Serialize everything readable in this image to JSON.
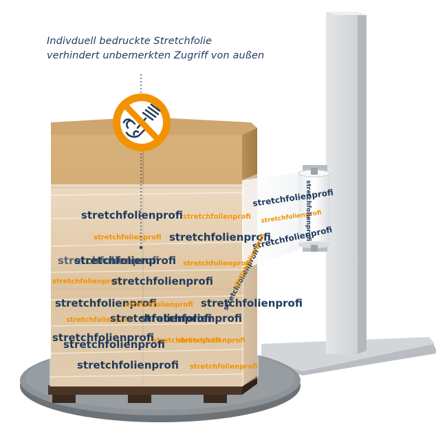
{
  "caption": {
    "line1": "Indivduell bedruckte Stretchfolie",
    "line2": "verhindert unbemerkten Zugriff von außen"
  },
  "film_print": {
    "brand": "stretchfolienprofi"
  },
  "colors": {
    "navy": "#1f3a5c",
    "orange": "#f39200",
    "cardboard": "#c9a06a",
    "turntable": "#8e9399",
    "mast": "#d7dadd"
  },
  "icons": {
    "warning_sign": "no-hand-access-icon"
  }
}
